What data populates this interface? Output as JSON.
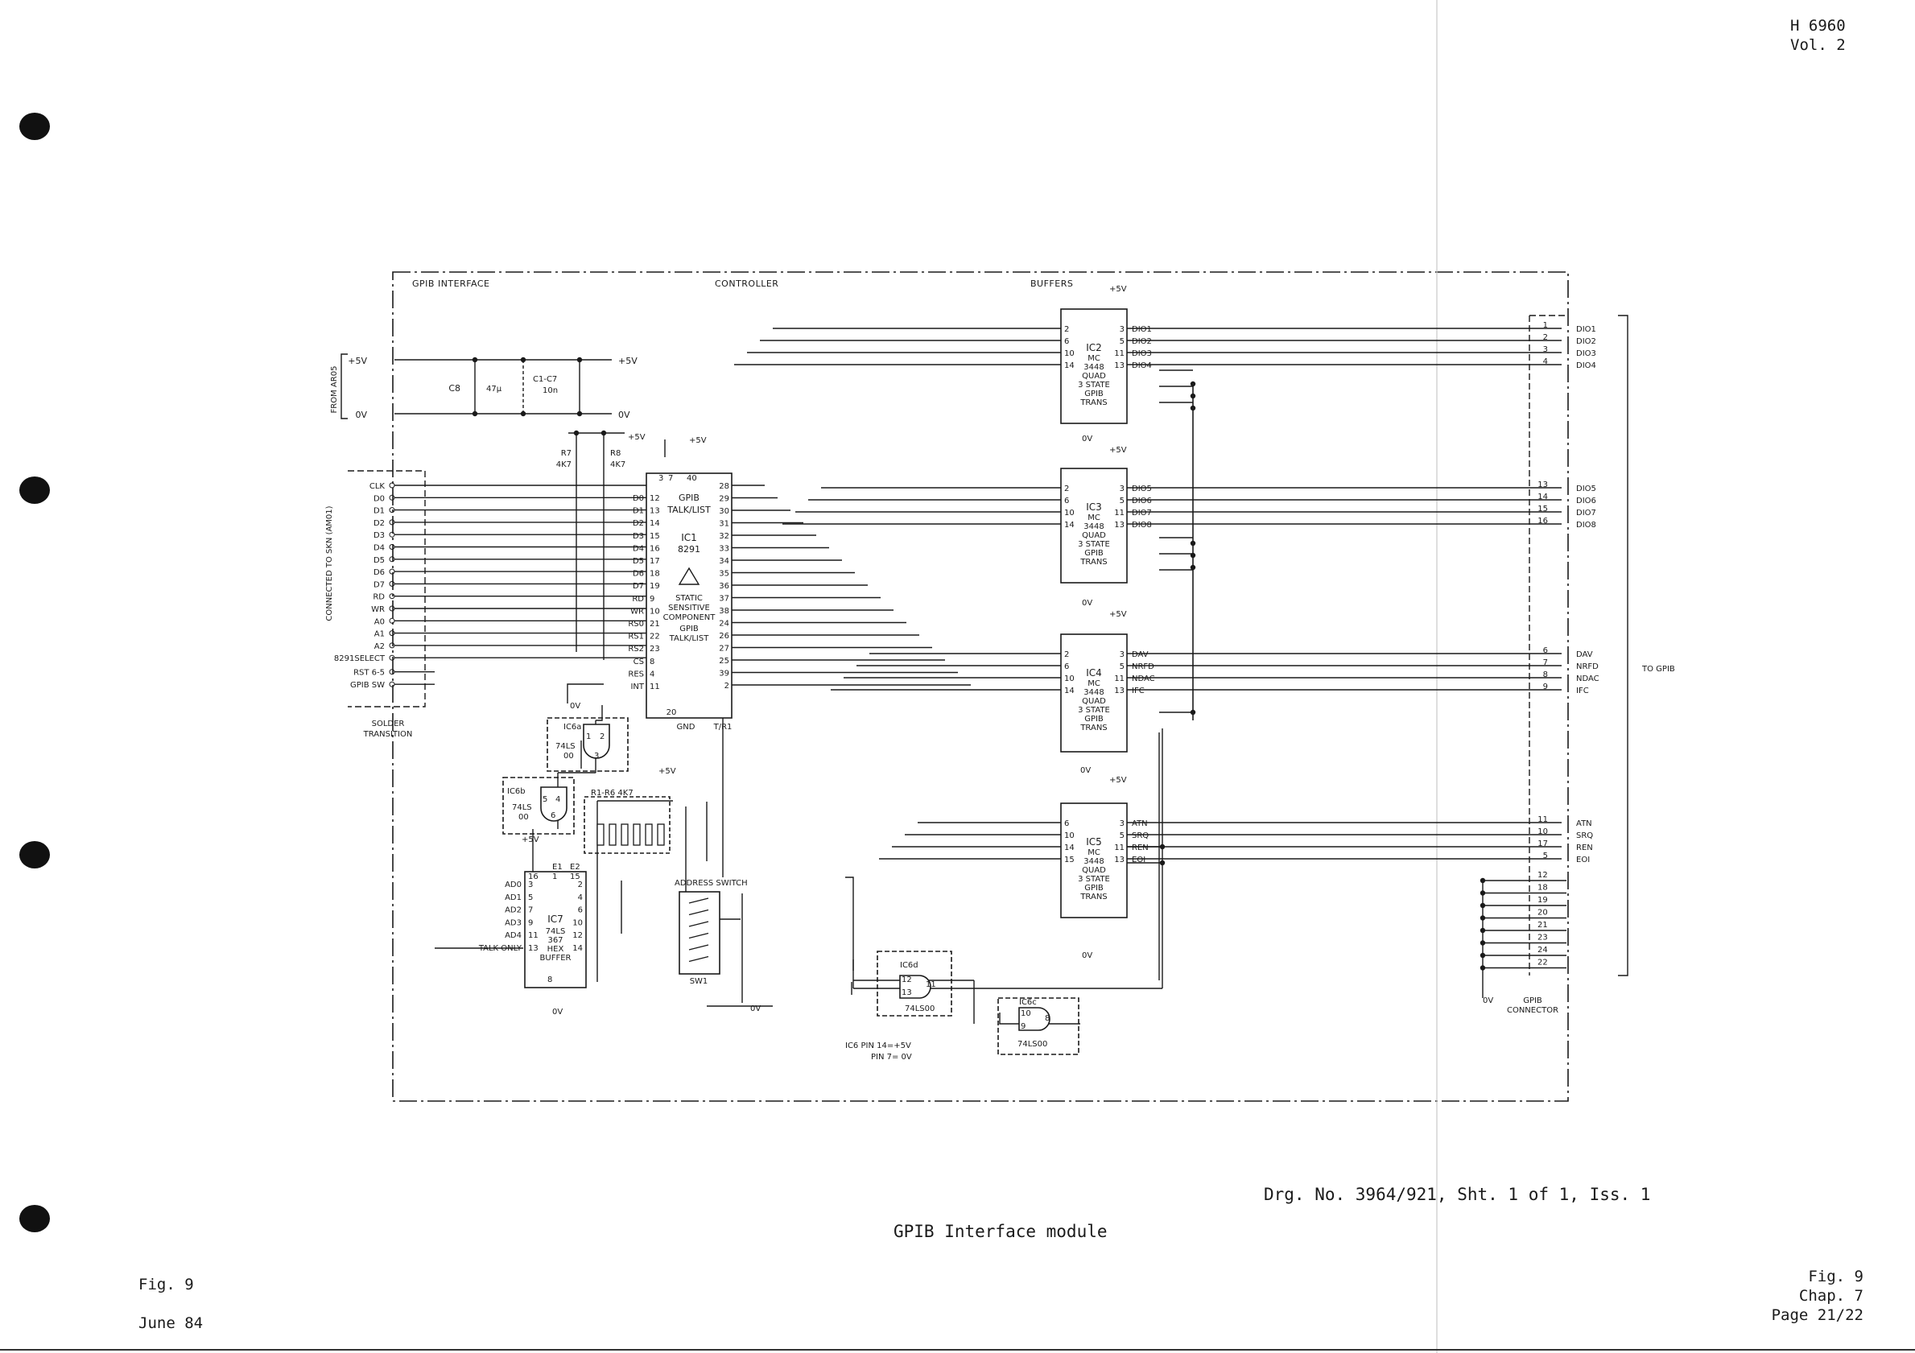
{
  "sheet": {
    "ref": "H 6960",
    "vol": "Vol. 2"
  },
  "drawing": {
    "drg_line": "Drg. No. 3964/921, Sht. 1 of 1, Iss. 1",
    "caption": "GPIB Interface module"
  },
  "footer_left": {
    "fig": "Fig. 9",
    "date": "June 84"
  },
  "footer_right": {
    "fig": "Fig. 9",
    "chap": "Chap. 7",
    "page": "Page 21/22"
  },
  "sections": {
    "gpib_interface": "GPIB INTERFACE",
    "controller": "CONTROLLER",
    "buffers": "BUFFERS"
  },
  "power": {
    "p5v": "+5V",
    "zero_v": "0V",
    "from_ar05": "FROM AR05",
    "c8": "C8",
    "c8_val": "47µ",
    "c1c7": "C1-C7",
    "c1c7_val": "10n",
    "r7": "R7",
    "r8": "R8",
    "r_val": "4K7"
  },
  "left_connector": {
    "title": "CONNECTED TO SKN (AM01)",
    "signals": [
      "CLK",
      "D0",
      "D1",
      "D2",
      "D3",
      "D4",
      "D5",
      "D6",
      "D7",
      "RD",
      "WR",
      "A0",
      "A1",
      "A2",
      "8291SELECT",
      "RST 6-5",
      "GPIB SW"
    ],
    "solder": "SOLDER",
    "transition": "TRANSITION"
  },
  "ic1": {
    "title1": "GPIB",
    "title2": "TALK/LIST",
    "ref": "IC1",
    "part": "8291",
    "static1": "STATIC",
    "static2": "SENSITIVE",
    "static3": "COMPONENT",
    "box1": "GPIB",
    "box2": "TALK/LIST",
    "left_pins": [
      {
        "sig": "D0",
        "pin": "12"
      },
      {
        "sig": "D1",
        "pin": "13"
      },
      {
        "sig": "D2",
        "pin": "14"
      },
      {
        "sig": "D3",
        "pin": "15"
      },
      {
        "sig": "D4",
        "pin": "16"
      },
      {
        "sig": "D5",
        "pin": "17"
      },
      {
        "sig": "D6",
        "pin": "18"
      },
      {
        "sig": "D7",
        "pin": "19"
      },
      {
        "sig": "RD",
        "pin": "9"
      },
      {
        "sig": "WR",
        "pin": "10"
      },
      {
        "sig": "RS0",
        "pin": "21"
      },
      {
        "sig": "RS1",
        "pin": "22"
      },
      {
        "sig": "RS2",
        "pin": "23"
      },
      {
        "sig": "CS",
        "pin": "8"
      },
      {
        "sig": "RES",
        "pin": "4"
      },
      {
        "sig": "INT",
        "pin": "11"
      }
    ],
    "right_pins": [
      "28",
      "29",
      "30",
      "31",
      "32",
      "33",
      "34",
      "35",
      "36",
      "37",
      "38",
      "24",
      "26",
      "27",
      "25",
      "39",
      "2"
    ],
    "top_pins": [
      "3",
      "7",
      "40"
    ],
    "bottom": {
      "pin20": "20",
      "gnd": "GND",
      "tr1": "T/R1"
    }
  },
  "buffers": [
    {
      "ref": "IC2",
      "mc": "MC",
      "part": "3448",
      "l1": "QUAD",
      "l2": "3 STATE",
      "l3": "GPIB",
      "l4": "TRANS",
      "outs": [
        "DIO1",
        "DIO2",
        "DIO3",
        "DIO4"
      ],
      "in_pins": [
        "2",
        "6",
        "10",
        "14"
      ],
      "out_pins": [
        "3",
        "5",
        "11",
        "13"
      ]
    },
    {
      "ref": "IC3",
      "mc": "MC",
      "part": "3448",
      "l1": "QUAD",
      "l2": "3 STATE",
      "l3": "GPIB",
      "l4": "TRANS",
      "outs": [
        "DIO5",
        "DIO6",
        "DIO7",
        "DIO8"
      ],
      "in_pins": [
        "2",
        "6",
        "10",
        "14"
      ],
      "out_pins": [
        "3",
        "5",
        "11",
        "13"
      ]
    },
    {
      "ref": "IC4",
      "mc": "MC",
      "part": "3448",
      "l1": "QUAD",
      "l2": "3 STATE",
      "l3": "GPIB",
      "l4": "TRANS",
      "outs": [
        "DAV",
        "NRFD",
        "NDAC",
        "IFC"
      ],
      "in_pins": [
        "2",
        "6",
        "10",
        "14"
      ],
      "out_pins": [
        "3",
        "5",
        "11",
        "13"
      ]
    },
    {
      "ref": "IC5",
      "mc": "MC",
      "part": "3448",
      "l1": "QUAD",
      "l2": "3 STATE",
      "l3": "GPIB",
      "l4": "TRANS",
      "outs": [
        "ATN",
        "SRQ",
        "REN",
        "EOI"
      ],
      "in_pins": [
        "6",
        "10",
        "14",
        "15"
      ],
      "out_pins": [
        "3",
        "5",
        "11",
        "13"
      ]
    }
  ],
  "gpib_connector": {
    "title1": "GPIB",
    "title2": "CONNECTOR",
    "to_gpib": "TO GPIB",
    "signals": [
      {
        "sig": "DIO1",
        "pin": "1"
      },
      {
        "sig": "DIO2",
        "pin": "2"
      },
      {
        "sig": "DIO3",
        "pin": "3"
      },
      {
        "sig": "DIO4",
        "pin": "4"
      },
      {
        "sig": "DIO5",
        "pin": "13"
      },
      {
        "sig": "DIO6",
        "pin": "14"
      },
      {
        "sig": "DIO7",
        "pin": "15"
      },
      {
        "sig": "DIO8",
        "pin": "16"
      },
      {
        "sig": "DAV",
        "pin": "6"
      },
      {
        "sig": "NRFD",
        "pin": "7"
      },
      {
        "sig": "NDAC",
        "pin": "8"
      },
      {
        "sig": "IFC",
        "pin": "9"
      },
      {
        "sig": "ATN",
        "pin": "11"
      },
      {
        "sig": "SRQ",
        "pin": "10"
      },
      {
        "sig": "REN",
        "pin": "17"
      },
      {
        "sig": "EOI",
        "pin": "5"
      }
    ],
    "ground_pins": [
      "12",
      "18",
      "19",
      "20",
      "21",
      "23",
      "24",
      "22"
    ]
  },
  "ic7": {
    "ref": "IC7",
    "part1": "74LS",
    "part2": "367",
    "hex": "HEX",
    "buffer": "BUFFER",
    "inputs": [
      "AD0",
      "AD1",
      "AD2",
      "AD3",
      "AD4",
      "TALK ONLY"
    ],
    "in_pins": [
      "3",
      "5",
      "7",
      "9",
      "11",
      "13"
    ],
    "out_pins": [
      "2",
      "4",
      "6",
      "10",
      "12",
      "14"
    ],
    "top_pins": [
      "16",
      "1",
      "15"
    ],
    "e_labels": [
      "E1",
      "E2"
    ],
    "bottom_pin": "8"
  },
  "gates": {
    "ic6a": {
      "ref": "IC6a",
      "part1": "74LS",
      "part2": "00",
      "pins": [
        "1",
        "2",
        "3"
      ]
    },
    "ic6b": {
      "ref": "IC6b",
      "part1": "74LS",
      "part2": "00",
      "pins": [
        "5",
        "4",
        "6"
      ]
    },
    "ic6d": {
      "ref": "IC6d",
      "part": "74LS00",
      "pins": [
        "12",
        "13",
        "11"
      ]
    },
    "ic6c": {
      "ref": "IC6c",
      "part": "74LS00",
      "pins": [
        "10",
        "9",
        "8"
      ]
    }
  },
  "resistor_pack": "R1-R6 4K7",
  "switch": {
    "title": "ADDRESS SWITCH",
    "ref": "SW1"
  },
  "ic6_note": {
    "line1": "IC6 PIN 14=+5V",
    "line2": "PIN 7= 0V"
  }
}
